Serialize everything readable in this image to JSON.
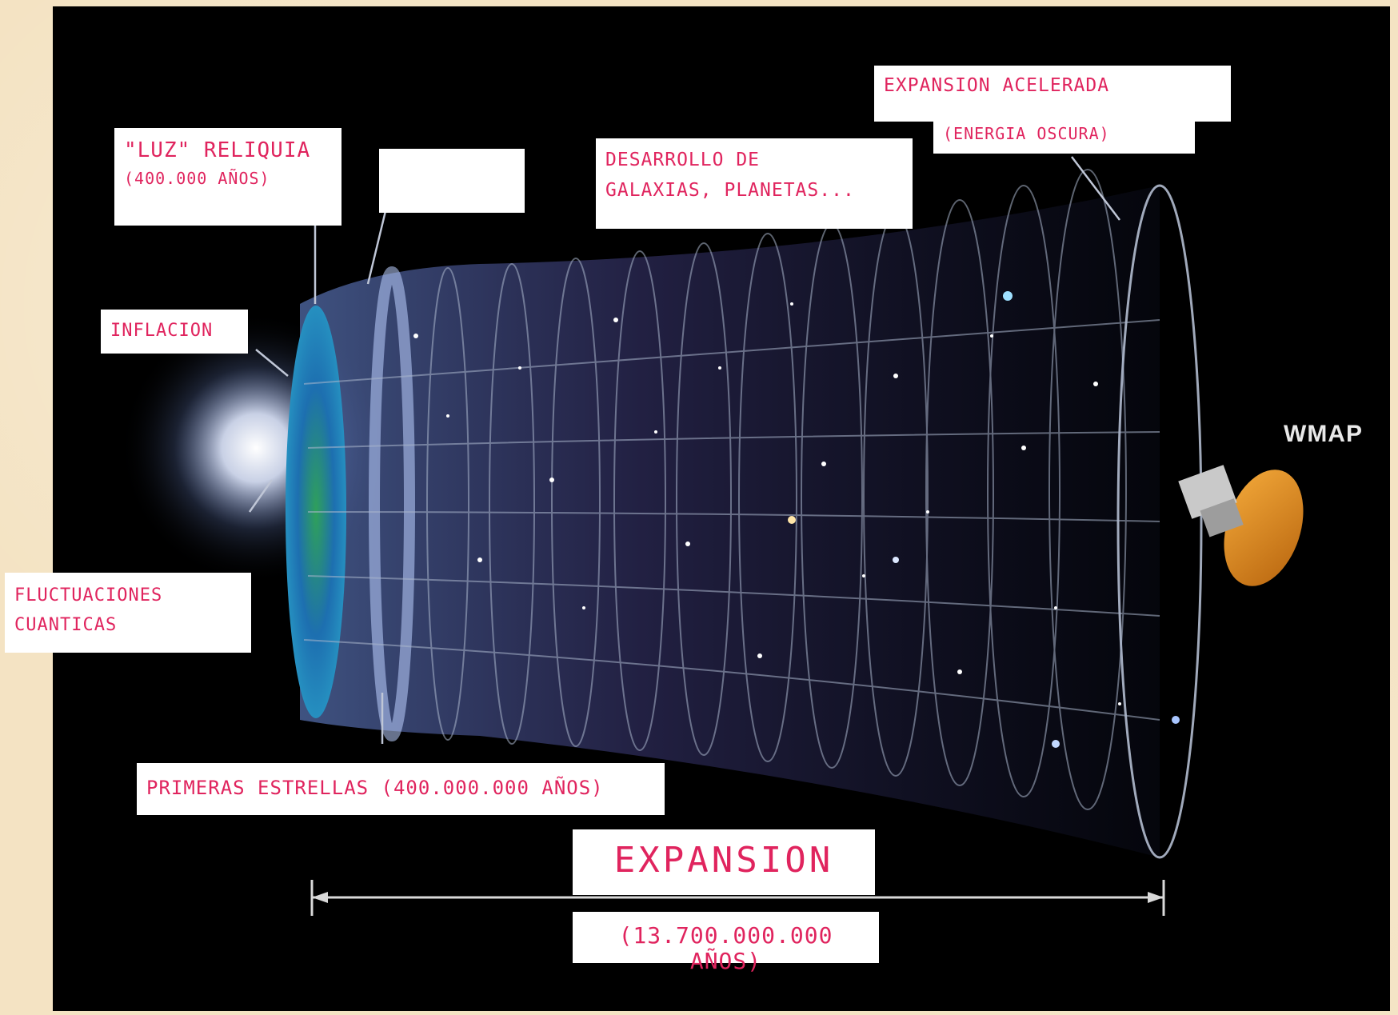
{
  "labels": {
    "luz_reliquia": "\"LUZ\" RELIQUIA",
    "luz_reliquia_time": "(400.000 AÑOS)",
    "inflacion": "INFLACION",
    "fluctuaciones_1": "FLUCTUACIONES",
    "fluctuaciones_2": "CUANTICAS",
    "desarrollo_1": "DESARROLLO DE",
    "desarrollo_2": "GALAXIAS, PLANETAS...",
    "expansion_acelerada_1": "EXPANSION ACELERADA",
    "expansion_acelerada_2": "(ENERGIA OSCURA)",
    "primeras_estrellas": "PRIMERAS ESTRELLAS (400.000.000 AÑOS)",
    "expansion": "EXPANSION",
    "expansion_time": "(13.700.000.000 AÑOS)",
    "wmap": "WMAP"
  },
  "colors": {
    "annotation_text": "#e0245e",
    "annotation_bg": "#ffffff",
    "background_outer": "#f4e3c3",
    "panel": "#000000"
  },
  "icons": {
    "probe": "wmap-probe-icon",
    "big_bang_flash": "big-bang-flash-icon"
  }
}
